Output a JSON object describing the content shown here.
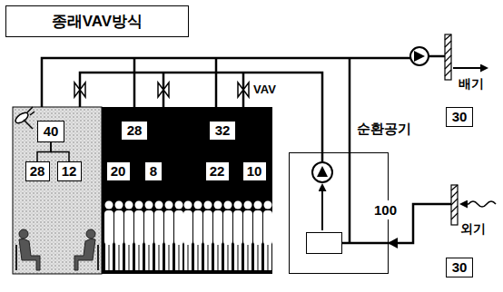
{
  "diagram": {
    "title": "종래VAV방식",
    "nodes": [
      {
        "text": [
          "40"
        ]
      },
      {
        "text": [
          "28"
        ]
      },
      {
        "text": [
          "12"
        ]
      },
      {
        "text": [
          "28"
        ]
      },
      {
        "text": [
          "32"
        ]
      },
      {
        "text": [
          "20"
        ]
      },
      {
        "text": [
          "8"
        ]
      },
      {
        "text": [
          "22"
        ]
      },
      {
        "text": [
          "10"
        ]
      },
      {
        "text": [
          "순환공기"
        ]
      },
      {
        "text": [
          "100"
        ],
        "in": 9
      },
      {
        "text": [
          "30"
        ]
      },
      {
        "text": [
          "30"
        ]
      }
    ],
    "edges": [
      {
        "from": 0,
        "to": 1,
        "arrow": "none"
      },
      {
        "from": 0,
        "to": 2,
        "arrow": "none"
      }
    ],
    "labels": [
      "VAV",
      "배기",
      "외기"
    ]
  }
}
